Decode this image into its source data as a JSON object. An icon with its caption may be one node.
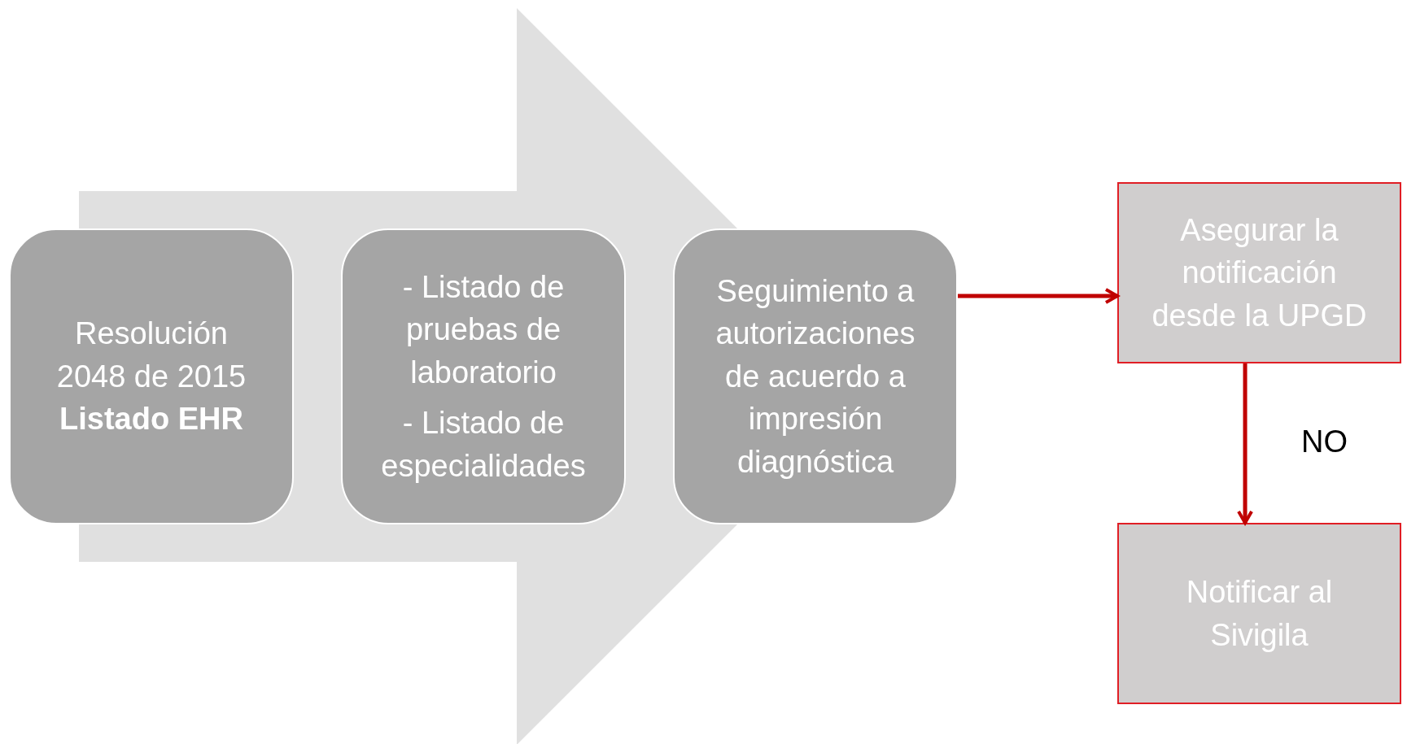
{
  "diagram": {
    "nodes": [
      {
        "text": [
          "Resolución 2048 de 2015 **Listado EHR**"
        ]
      },
      {
        "text": [
          "-  Listado de pruebas de laboratorio",
          "- Listado de especialidades"
        ]
      },
      {
        "text": [
          "Seguimiento a autorizaciones de acuerdo a impresión diagnóstica"
        ]
      },
      {
        "text": [
          "Asegurar la notificación desde la UPGD"
        ]
      },
      {
        "text": [
          "Notificar al Sivigila"
        ]
      }
    ],
    "edges": [
      {
        "from": 0,
        "to": 2,
        "arrow": "to",
        "style": "thick",
        "color": "#e0e0e0"
      },
      {
        "from": 2,
        "to": 3,
        "arrow": "to",
        "color": "#c00000"
      },
      {
        "from": 3,
        "to": 4,
        "arrow": "to",
        "label": "NO",
        "color": "#c00000"
      }
    ]
  }
}
